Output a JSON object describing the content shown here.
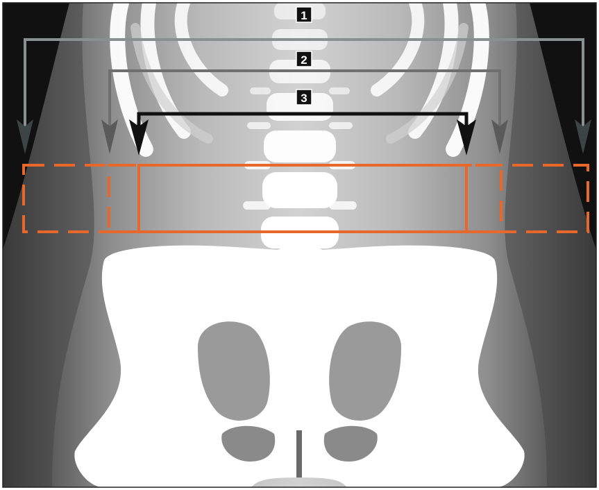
{
  "figure": {
    "colors": {
      "background": "#111111",
      "soft_tissue_outer": "#7a7a7a",
      "soft_tissue_inner": "#b4b4b4",
      "bone": "#ffffff",
      "roi_outline": "#e8672a",
      "arrow_outer": "#8a9090",
      "arrow_middle": "#6f6f6f",
      "arrow_inner": "#111111",
      "badge": "#111111"
    },
    "markers": [
      {
        "label": "1",
        "level": "outer",
        "color": "#8a9090",
        "icon": "bracket-arrow-icon"
      },
      {
        "label": "2",
        "level": "middle",
        "color": "#6f6f6f",
        "icon": "bracket-arrow-icon"
      },
      {
        "label": "3",
        "level": "inner",
        "color": "#111111",
        "icon": "bracket-arrow-icon"
      }
    ],
    "regions": [
      {
        "name": "outer-region",
        "style": "dashed"
      },
      {
        "name": "middle-region",
        "style": "dashed"
      },
      {
        "name": "inner-region",
        "style": "solid"
      }
    ]
  }
}
